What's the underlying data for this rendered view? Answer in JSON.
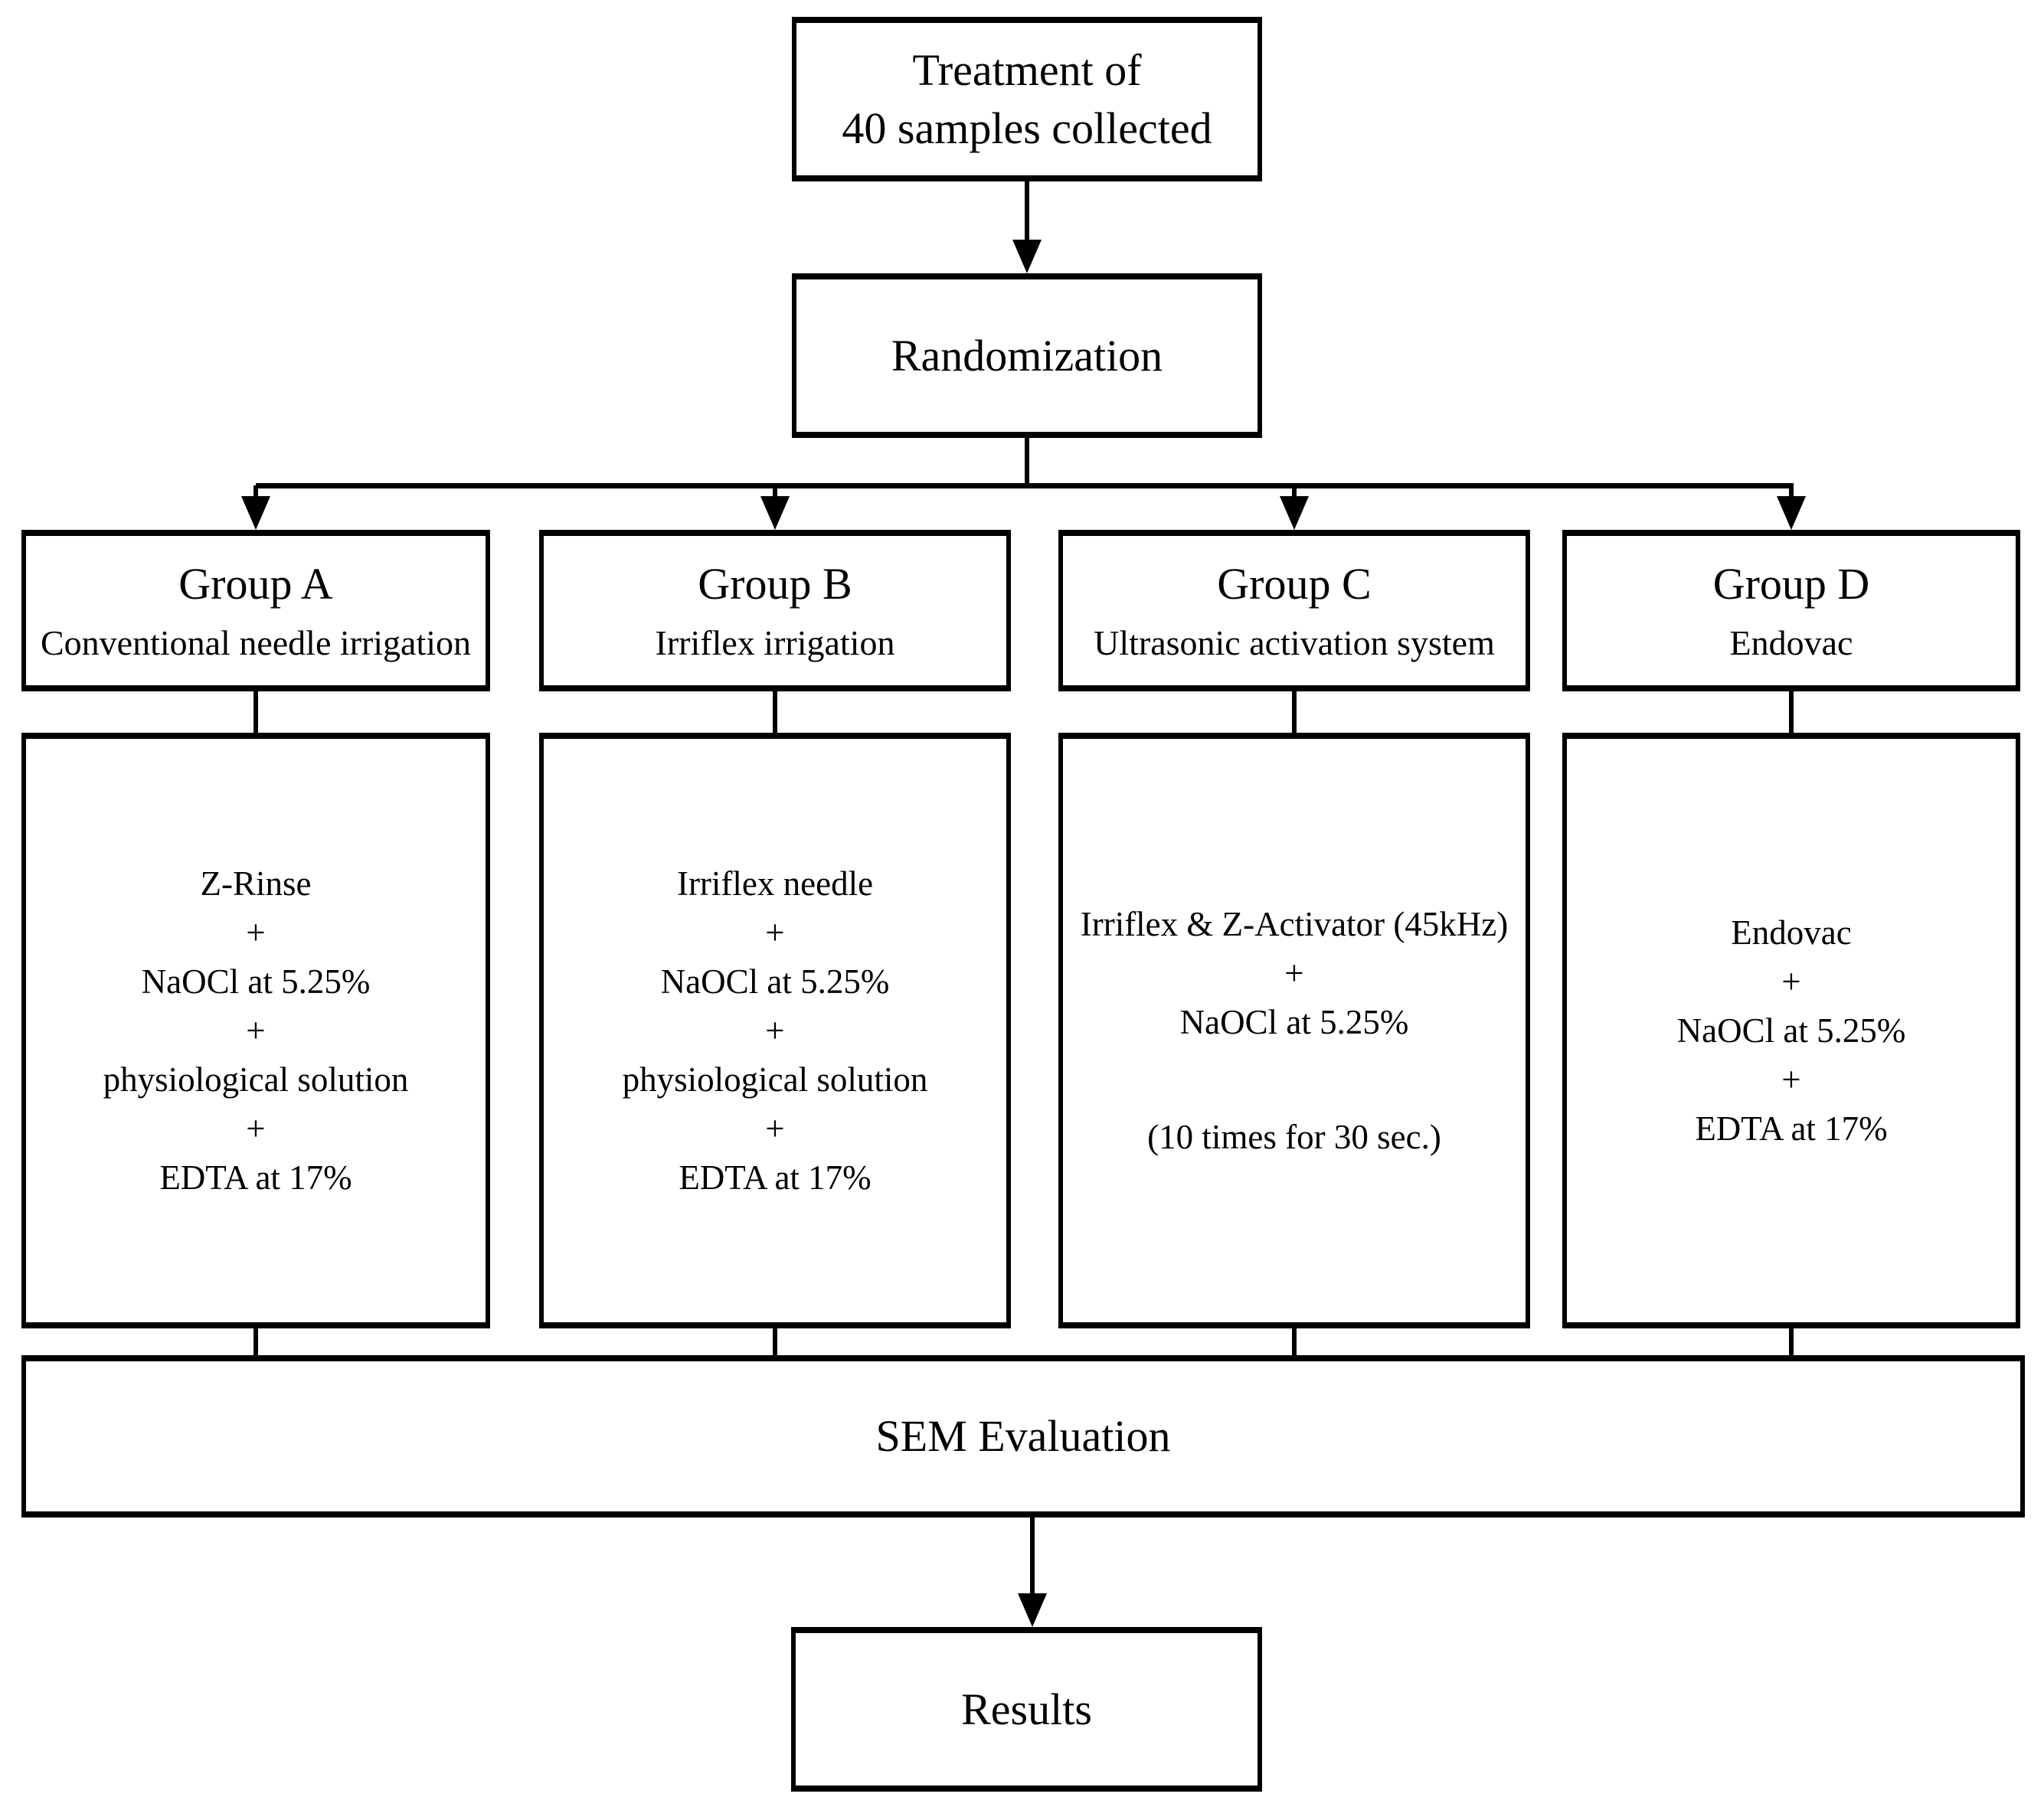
{
  "figure": {
    "type": "flowchart",
    "colors": {
      "line": "#000000",
      "background": "#ffffff",
      "box_fill": "#ffffff"
    },
    "nodes": {
      "start": {
        "lines": [
          "Treatment of",
          "40 samples collected"
        ]
      },
      "randomization": {
        "label": "Randomization"
      },
      "groups": [
        {
          "title": "Group A",
          "subtitle": "Conventional needle irrigation",
          "protocol": [
            "Z-Rinse",
            "+",
            "NaOCl at 5.25%",
            "+",
            "physiological solution",
            "+",
            "EDTA at 17%"
          ]
        },
        {
          "title": "Group B",
          "subtitle": "Irriflex irrigation",
          "protocol": [
            "Irriflex needle",
            "+",
            "NaOCl at 5.25%",
            "+",
            "physiological solution",
            "+",
            "EDTA at 17%"
          ]
        },
        {
          "title": "Group C",
          "subtitle": "Ultrasonic activation system",
          "protocol": [
            "Irriflex & Z-Activator (45kHz)",
            "+",
            "NaOCl at 5.25%",
            "",
            "(10 times for 30 sec.)"
          ]
        },
        {
          "title": "Group D",
          "subtitle": "Endovac",
          "protocol": [
            "Endovac",
            "+",
            "NaOCl at 5.25%",
            "+",
            "EDTA at 17%"
          ]
        }
      ],
      "evaluation": {
        "label": "SEM Evaluation"
      },
      "results": {
        "label": "Results"
      }
    }
  }
}
